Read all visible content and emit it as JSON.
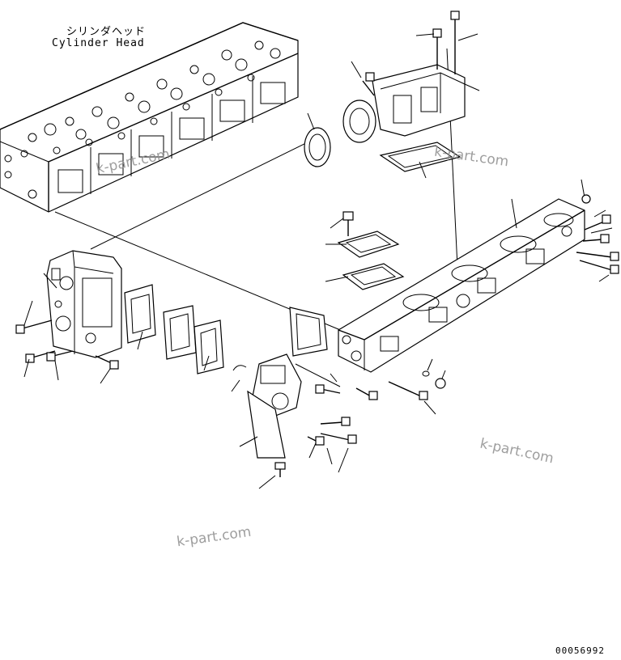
{
  "labels": {
    "cylinder_head_jp": "シリンダヘッド",
    "cylinder_head_en": "Cylinder Head",
    "figure_number": "00056992"
  },
  "watermarks": [
    "k-part.com",
    "k-part.com",
    "k-part.com",
    "k-part.com"
  ]
}
